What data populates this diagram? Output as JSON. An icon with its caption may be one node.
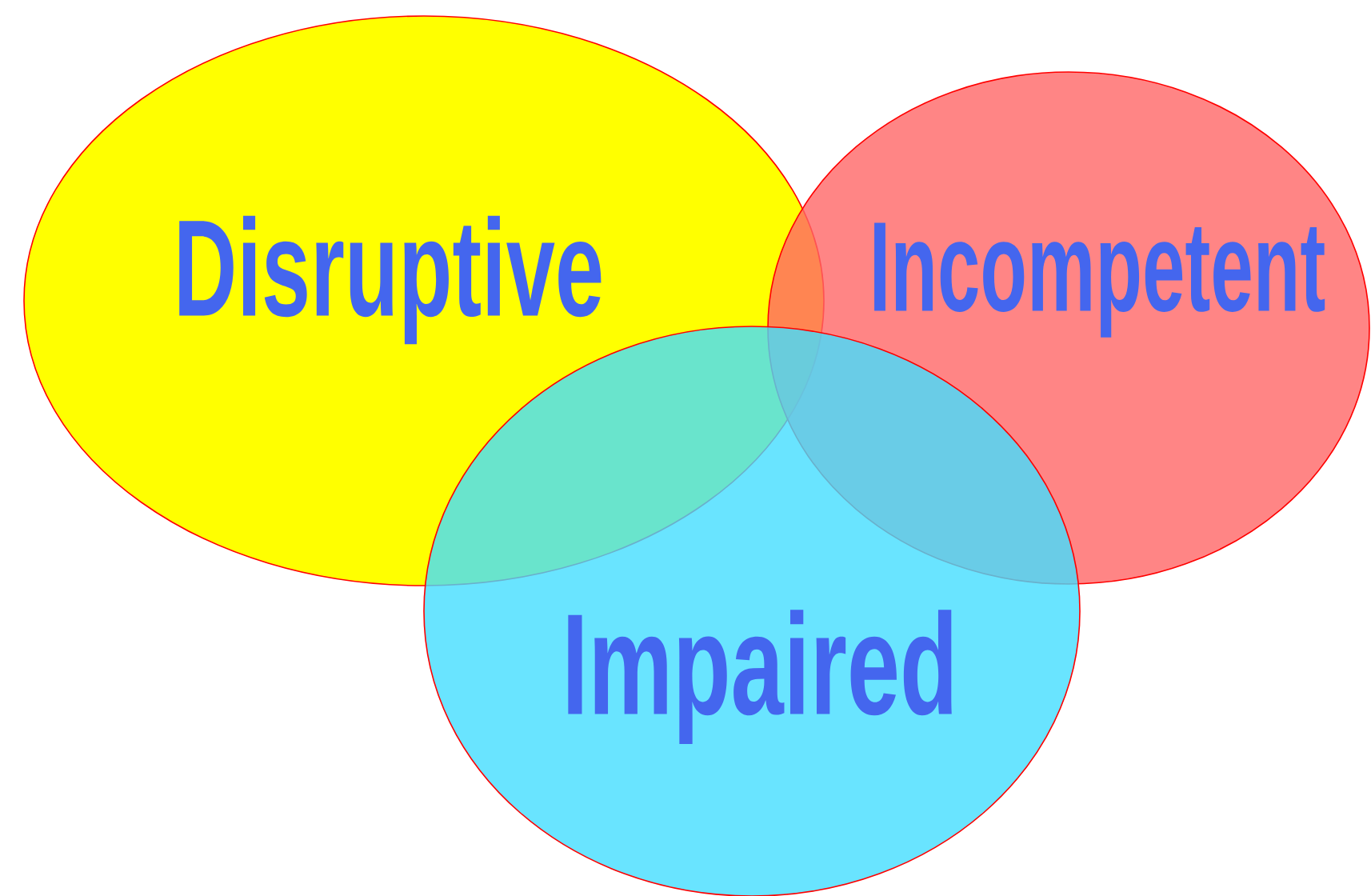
{
  "diagram": {
    "nodes": [
      {
        "text": [
          "Disruptive"
        ]
      },
      {
        "text": [
          "Incompetent"
        ]
      },
      {
        "text": [
          "Impaired"
        ]
      }
    ]
  }
}
